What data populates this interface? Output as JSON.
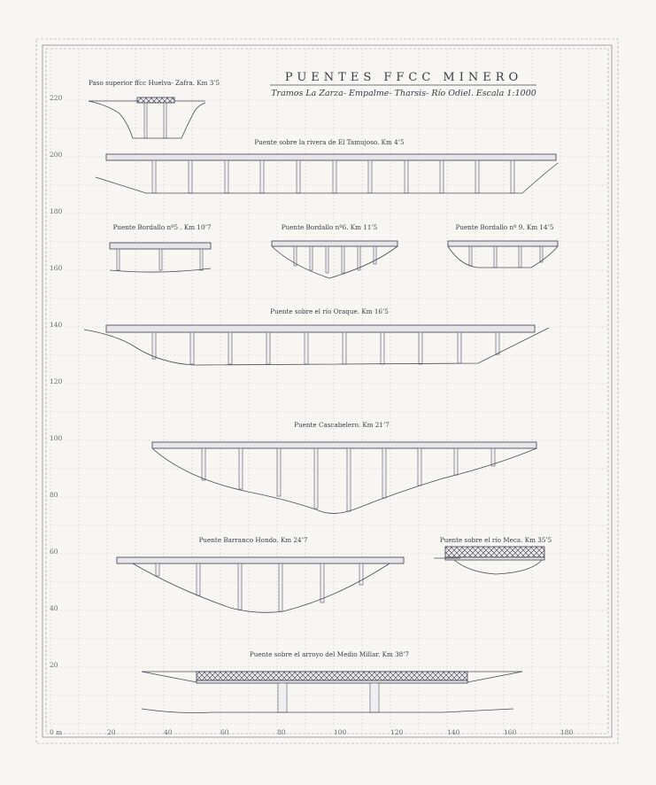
{
  "title": "PUENTES FFCC MINERO",
  "subtitle": "Tramos La Zarza- Empalme- Tharsis- Río Odiel. Escala 1:1000",
  "y_axis_labels": [
    "220",
    "200",
    "180",
    "160",
    "140",
    "120",
    "100",
    "80",
    "60",
    "40",
    "20"
  ],
  "x_axis_labels": [
    "0 m",
    "20",
    "40",
    "60",
    "80",
    "100",
    "120",
    "140",
    "160",
    "180"
  ],
  "bridges": {
    "paso_superior": "Paso superior ffcc Huelva- Zafra. Km 3’5",
    "tamujoso": "Puente sobre la rivera de El Tamujoso. Km 4’5",
    "bordallo5": "Puente Bordallo nº5 . Km 10’7",
    "bordallo6": "Puente Bordallo nº6. Km 11’5",
    "bordallo9": "Puente Bordallo nº 9. Km 14’5",
    "oraque": "Puente sobre el río Oraque. Km 16’5",
    "cascabelero": "Puente Cascabelero. Km 21’7",
    "barranco": "Puente Barranco Hondo. Km 24’7",
    "meca": "Puente sobre el río Meca. Km 35’5",
    "medio_millar": "Puente sobre el arroyo del Medio Millar. Km 38’7"
  }
}
